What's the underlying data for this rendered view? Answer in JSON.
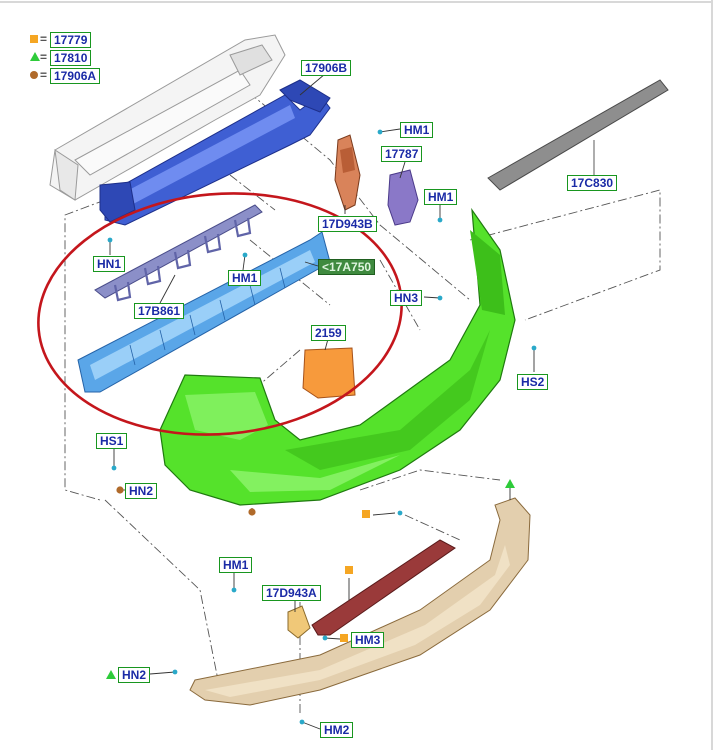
{
  "legend": [
    {
      "symbol": "orange-square",
      "code": "17779"
    },
    {
      "symbol": "green-triangle",
      "code": "17810"
    },
    {
      "symbol": "brown-dot",
      "code": "17906A"
    }
  ],
  "legend_eq": "=",
  "labels": {
    "l_17906B": "17906B",
    "l_HM1_top": "HM1",
    "l_17787": "17787",
    "l_HM1_right": "HM1",
    "l_17C830": "17C830",
    "l_17D943B": "17D943B",
    "l_HN1": "HN1",
    "l_HM1_mid": "HM1",
    "l_17A750": "<17A750",
    "l_17B861": "17B861",
    "l_HN3": "HN3",
    "l_2159": "2159",
    "l_HS2": "HS2",
    "l_HS1": "HS1",
    "l_HN2_left": "HN2",
    "l_HM1_low": "HM1",
    "l_17D943A": "17D943A",
    "l_HM3": "HM3",
    "l_HN2_bottom": "HN2",
    "l_HM2": "HM2"
  },
  "colors": {
    "label_text": "#1a2aa6",
    "label_border": "#18961f",
    "highlight_circle": "#c4161c",
    "bumper_cover": "#55e22b",
    "reinforcement_beam": "#3f5fd3",
    "energy_absorber": "#5aa6e8",
    "bracket_17B861": "#8b8fc8",
    "reflector_2159": "#f79a3c",
    "lower_valance": "#e3cfae",
    "step_pad_17C830": "#8e8e8e"
  }
}
